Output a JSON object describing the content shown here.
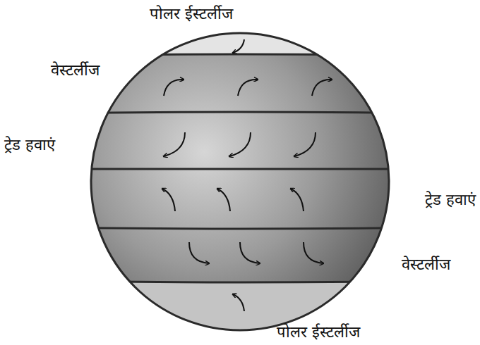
{
  "diagram": {
    "labels": [
      "पोलर ईस्टर्लीज",
      "वेस्टर्लीज",
      "ट्रेड हवाएं",
      "ट्रेड हवाएं",
      "वेस्टर्लीज",
      "पोलर ईस्टर्लीज"
    ]
  }
}
